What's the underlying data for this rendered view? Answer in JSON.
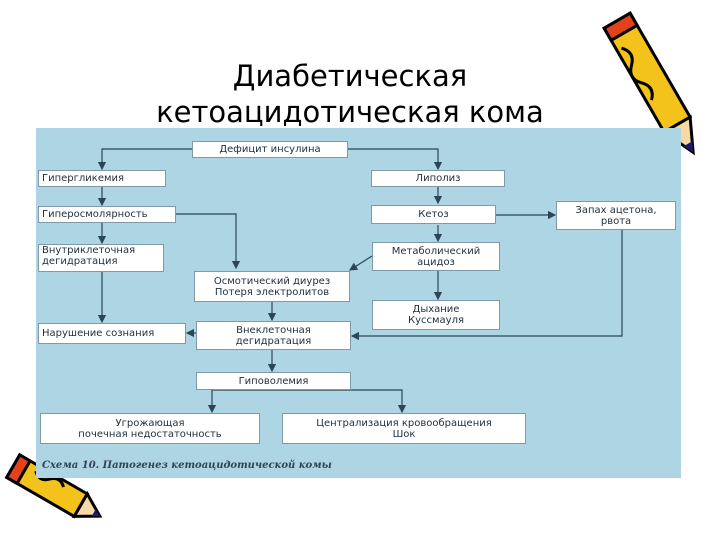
{
  "slide": {
    "title_line1": "Диабетическая",
    "title_line2": "кетоацидотическая кома"
  },
  "scheme": {
    "boxes": {
      "insulin": "Дефицит инсулина",
      "hyperglycemia": "Гипергликемия",
      "lipolysis": "Липолиз",
      "hyperosmolarity": "Гиперосмолярность",
      "ketosis": "Кетоз",
      "acetone_1": "Запах ацетона,",
      "acetone_2": "рвота",
      "intracellular_1": "Внутриклеточная",
      "intracellular_2": "дегидратация",
      "osmotic_1": "Осмотический диурез",
      "osmotic_2": "Потеря электролитов",
      "acidosis_1": "Метаболический",
      "acidosis_2": "ацидоз",
      "kussmaul_1": "Дыхание",
      "kussmaul_2": "Куссмауля",
      "consciousness": "Нарушение сознания",
      "extracellular_1": "Внеклеточная",
      "extracellular_2": "дегидратация",
      "hypovolemia": "Гиповолемия",
      "renal_1": "Угрожающая",
      "renal_2": "почечная недостаточность",
      "central_1": "Централизация кровообращения",
      "central_2": "Шок"
    },
    "caption": "Схема 10. Патогенез кетоацидотической комы"
  },
  "colors": {
    "panel": "#aed5e3",
    "box": "#ffffff",
    "line": "#2c4656"
  },
  "icons": [
    "pencil-icon-top-right",
    "pencil-icon-bottom-left"
  ]
}
